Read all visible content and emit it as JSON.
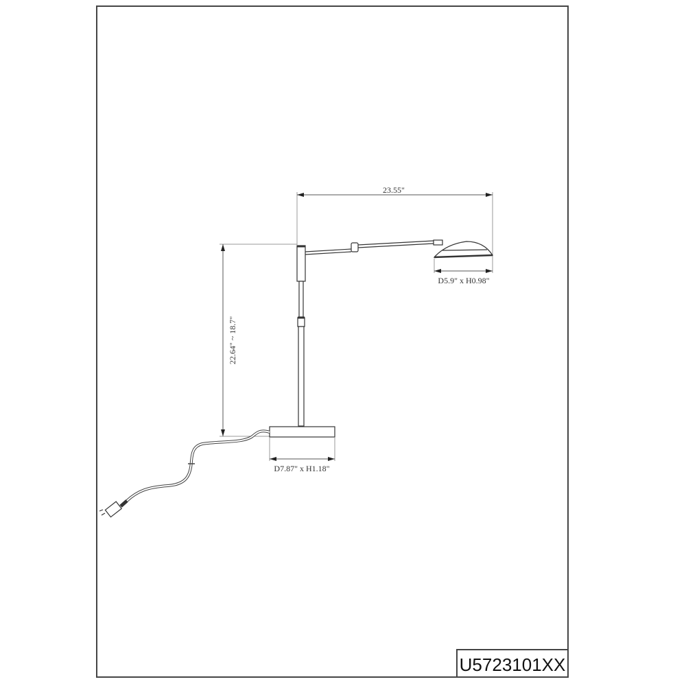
{
  "drawing": {
    "model_number": "U5723101XX",
    "dimensions": {
      "arm_reach": "23.55\"",
      "height_range": "22.64\" ~ 18.7\"",
      "shade": "D5.9\" x H0.98\"",
      "base": "D7.87\" x H1.18\""
    }
  },
  "colors": {
    "line": "#333333",
    "dim_line": "#999999"
  }
}
